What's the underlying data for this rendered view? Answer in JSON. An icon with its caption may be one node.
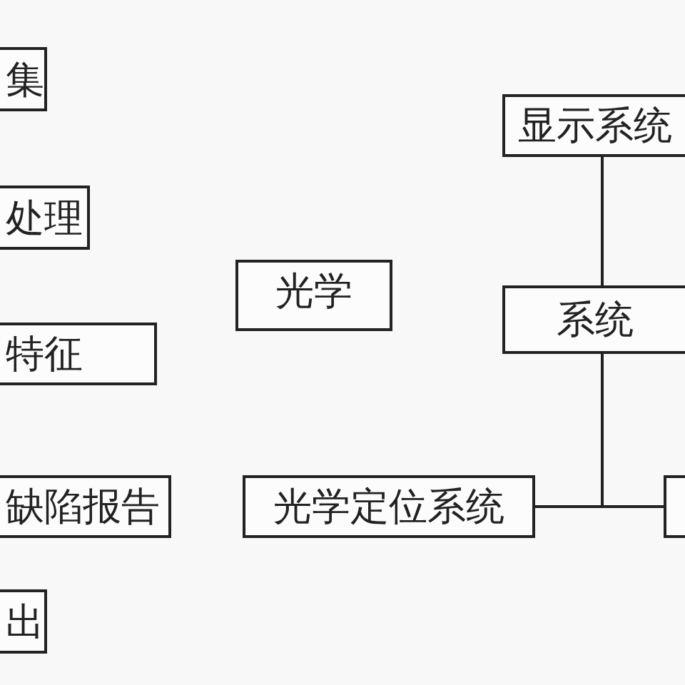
{
  "diagram": {
    "nodes": [
      {
        "text": [
          "集"
        ]
      },
      {
        "text": [
          "处理"
        ]
      },
      {
        "text": [
          "显示系统"
        ]
      },
      {
        "text": [
          "光学"
        ]
      },
      {
        "text": [
          "系统"
        ]
      },
      {
        "text": [
          "特征"
        ]
      },
      {
        "text": [
          "缺陷报告"
        ]
      },
      {
        "text": [
          "光学定位系统"
        ]
      },
      {
        "text": [],
        "shape": "box"
      },
      {
        "text": [
          "出"
        ]
      }
    ],
    "edges": [
      {
        "from": 2,
        "to": 4,
        "arrow": "none"
      },
      {
        "from": 4,
        "to": 7,
        "arrow": "none"
      },
      {
        "from": 4,
        "to": 8,
        "arrow": "none"
      }
    ]
  }
}
